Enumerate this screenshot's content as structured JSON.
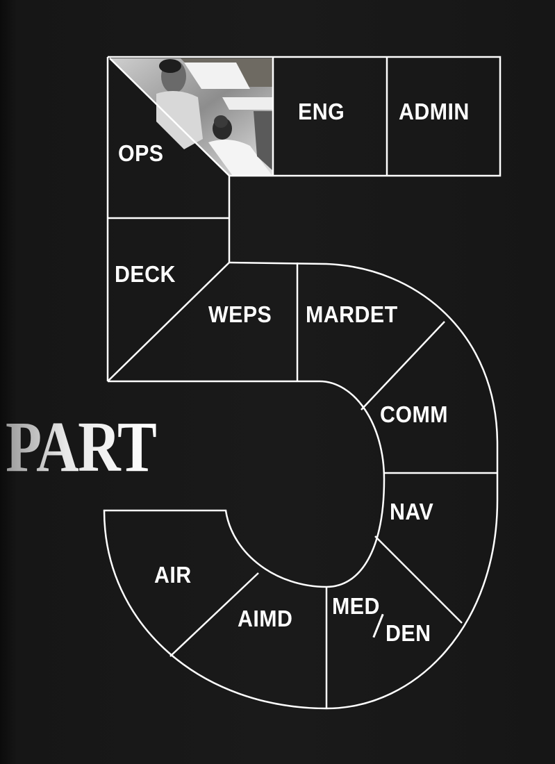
{
  "title": {
    "word": "PART",
    "number": "5"
  },
  "sections": {
    "ops": "OPS",
    "eng": "ENG",
    "admin": "ADMIN",
    "deck": "DECK",
    "weps": "WEPS",
    "mardet": "MARDET",
    "comm": "COMM",
    "nav": "NAV",
    "air": "AIR",
    "aimd": "AIMD",
    "med": "MED",
    "den": "DEN"
  },
  "colors": {
    "background": "#1a1a1a",
    "lines": "#ffffff"
  }
}
